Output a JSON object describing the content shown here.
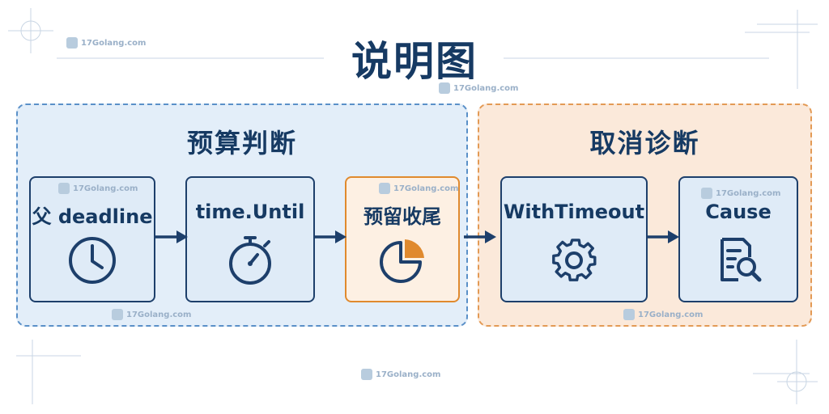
{
  "title": "说明图",
  "watermark": "17Golang.com",
  "groups": {
    "budget": {
      "title": "预算判断"
    },
    "cancel": {
      "title": "取消诊断"
    }
  },
  "cards": {
    "parent_deadline": {
      "label": "父 deadline",
      "icon": "clock-icon"
    },
    "time_until": {
      "label": "time.Until",
      "icon": "stopwatch-icon"
    },
    "reserve": {
      "label": "预留收尾",
      "icon": "pie-chart-icon"
    },
    "with_timeout": {
      "label": "WithTimeout",
      "icon": "gear-icon"
    },
    "cause": {
      "label": "Cause",
      "icon": "document-search-icon"
    }
  },
  "colors": {
    "navy": "#1d3f6b",
    "blue_panel": "#e3eef9",
    "orange_panel": "#fbe9da",
    "orange_accent": "#e08a2e"
  }
}
